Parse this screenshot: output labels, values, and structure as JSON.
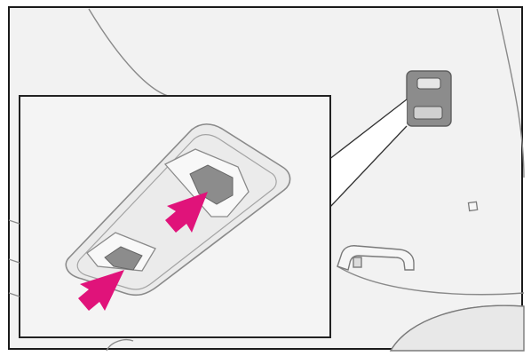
{
  "figure": {
    "subject": "overhead-console-lights",
    "colors": {
      "frame": "#1a1a1a",
      "background": "#ffffff",
      "interior_fill": "#f2f2f2",
      "line_art": "#7a7a7a",
      "lamp_lens": "#8c8c8c",
      "callout_fill": "#f4f4f4",
      "pointer_arrow": "#e0137a"
    },
    "callout": {
      "arrows": [
        {
          "name": "rear-lamp-switch-arrow",
          "direction": "up-right"
        },
        {
          "name": "front-lamp-switch-arrow",
          "direction": "up-right"
        }
      ]
    }
  }
}
